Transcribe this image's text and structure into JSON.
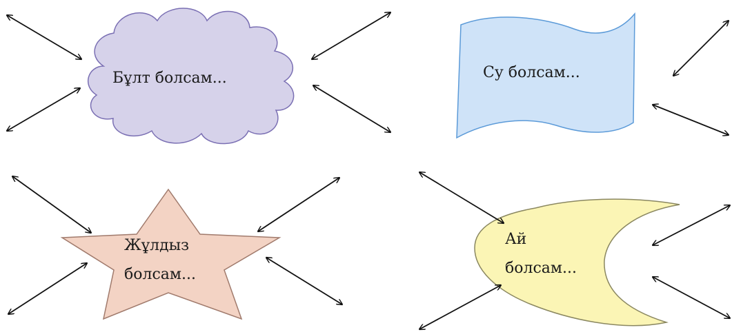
{
  "shapes": {
    "cloud": {
      "label": "Бұлт болсам...",
      "fill": "#d6d2ea",
      "stroke": "#7a6fb3"
    },
    "water": {
      "label": "Су болсам...",
      "fill": "#cfe3f8",
      "stroke": "#5b9ad8"
    },
    "star": {
      "label_line1": "Жұлдыз",
      "label_line2": "болсам...",
      "fill": "#f3d3c4",
      "stroke": "#a07a6c"
    },
    "moon": {
      "label_line1": "Ай",
      "label_line2": "болсам...",
      "fill": "#fbf5b5",
      "stroke": "#8a8760"
    }
  },
  "arrow_color": "#111111"
}
